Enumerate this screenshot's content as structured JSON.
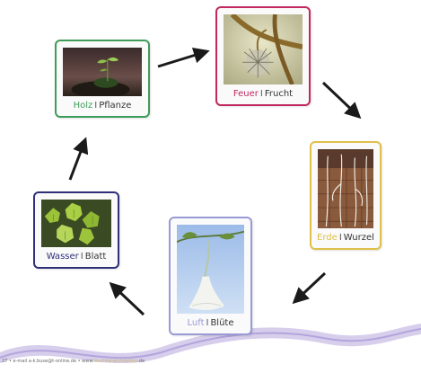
{
  "colors": {
    "holz": "#3f9c5a",
    "feuer": "#c2275f",
    "erde": "#e0c04a",
    "luft": "#9a9ad6",
    "wasser": "#2f2f7a",
    "arrow": "#1a1a1a",
    "wave_light": "#c9bee6",
    "wave_dark": "#a99bd9"
  },
  "cycle": [
    {
      "element": "Holz",
      "organ": "Pflanze",
      "icon": "seedling-photo"
    },
    {
      "element": "Feuer",
      "organ": "Frucht",
      "icon": "thorny-fruit-photo"
    },
    {
      "element": "Erde",
      "organ": "Wurzel",
      "icon": "roots-photo"
    },
    {
      "element": "Luft",
      "organ": "Blüte",
      "icon": "trumpet-flower-photo"
    },
    {
      "element": "Wasser",
      "organ": "Blatt",
      "icon": "leaves-photo"
    }
  ],
  "separator": "I",
  "footer": {
    "page": "27",
    "dot1": "•",
    "email": "e-mail a-k.buse@t-online.de",
    "dot2": "•",
    "www_prefix": "www.",
    "www_site": "leuchtenarchitektur",
    "www_suffix": ".de"
  }
}
